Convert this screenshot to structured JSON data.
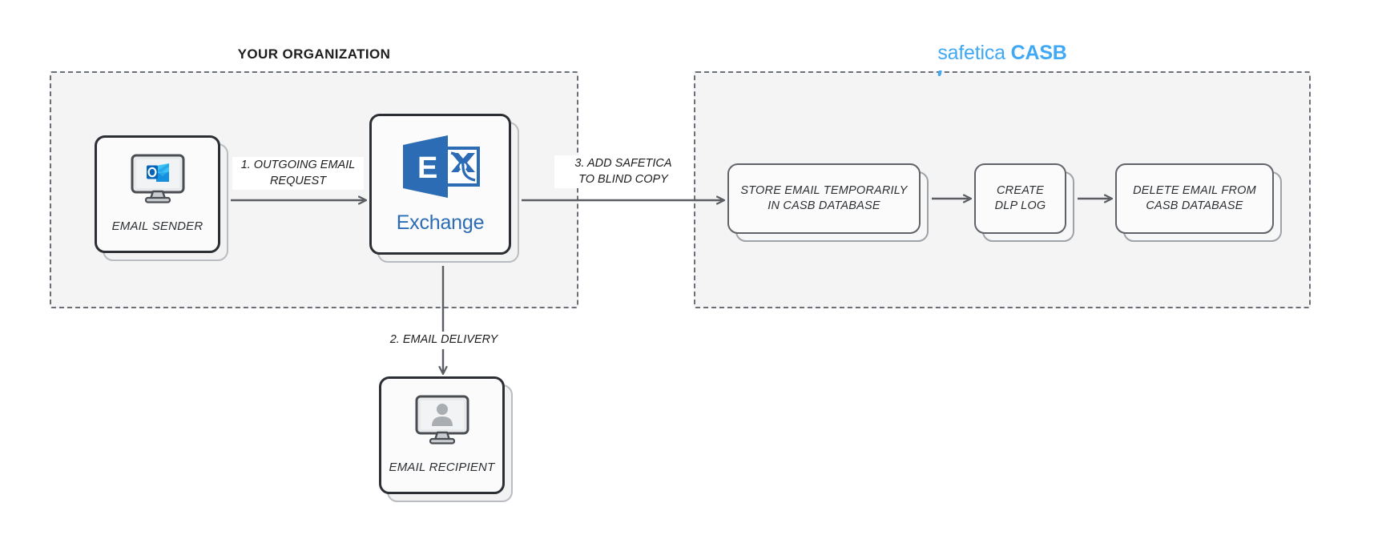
{
  "diagram": {
    "title": "Safetica CASB email flow",
    "regions": [
      {
        "id": "org",
        "label": "YOUR ORGANIZATION"
      },
      {
        "id": "casb",
        "label_light": "safetica",
        "label_bold": "CASB",
        "accent": "#3fa9f5"
      }
    ],
    "nodes": [
      {
        "id": "sender",
        "label": "EMAIL SENDER",
        "icon": "outlook-monitor-icon"
      },
      {
        "id": "exchange",
        "label": "Exchange",
        "icon": "microsoft-exchange-logo"
      },
      {
        "id": "recipient",
        "label": "EMAIL RECIPIENT",
        "icon": "user-monitor-icon"
      },
      {
        "id": "store",
        "label": "STORE EMAIL TEMPORARILY\nIN CASB DATABASE"
      },
      {
        "id": "dlplog",
        "label": "CREATE\nDLP LOG"
      },
      {
        "id": "delete",
        "label": "DELETE EMAIL FROM\nCASB DATABASE"
      }
    ],
    "edges": [
      {
        "id": "e1",
        "label": "1. OUTGOING EMAIL\nREQUEST",
        "from": "sender",
        "to": "exchange"
      },
      {
        "id": "e2",
        "label": "2. EMAIL DELIVERY",
        "from": "exchange",
        "to": "recipient"
      },
      {
        "id": "e3",
        "label": "3. ADD SAFETICA\nTO BLIND COPY",
        "from": "exchange",
        "to": "store"
      },
      {
        "id": "e4",
        "label": "",
        "from": "store",
        "to": "dlplog"
      },
      {
        "id": "e5",
        "label": "",
        "from": "dlplog",
        "to": "delete"
      }
    ],
    "colors": {
      "brand_blue": "#3fa9f5",
      "exchange_blue": "#2b6cb5",
      "region_fill": "#f4f4f4",
      "region_border": "#6b7078",
      "card_border_dark": "#2b2f33",
      "card_border_grey": "#606469",
      "arrow": "#5a5e63",
      "text": "#1d1d1d"
    }
  }
}
